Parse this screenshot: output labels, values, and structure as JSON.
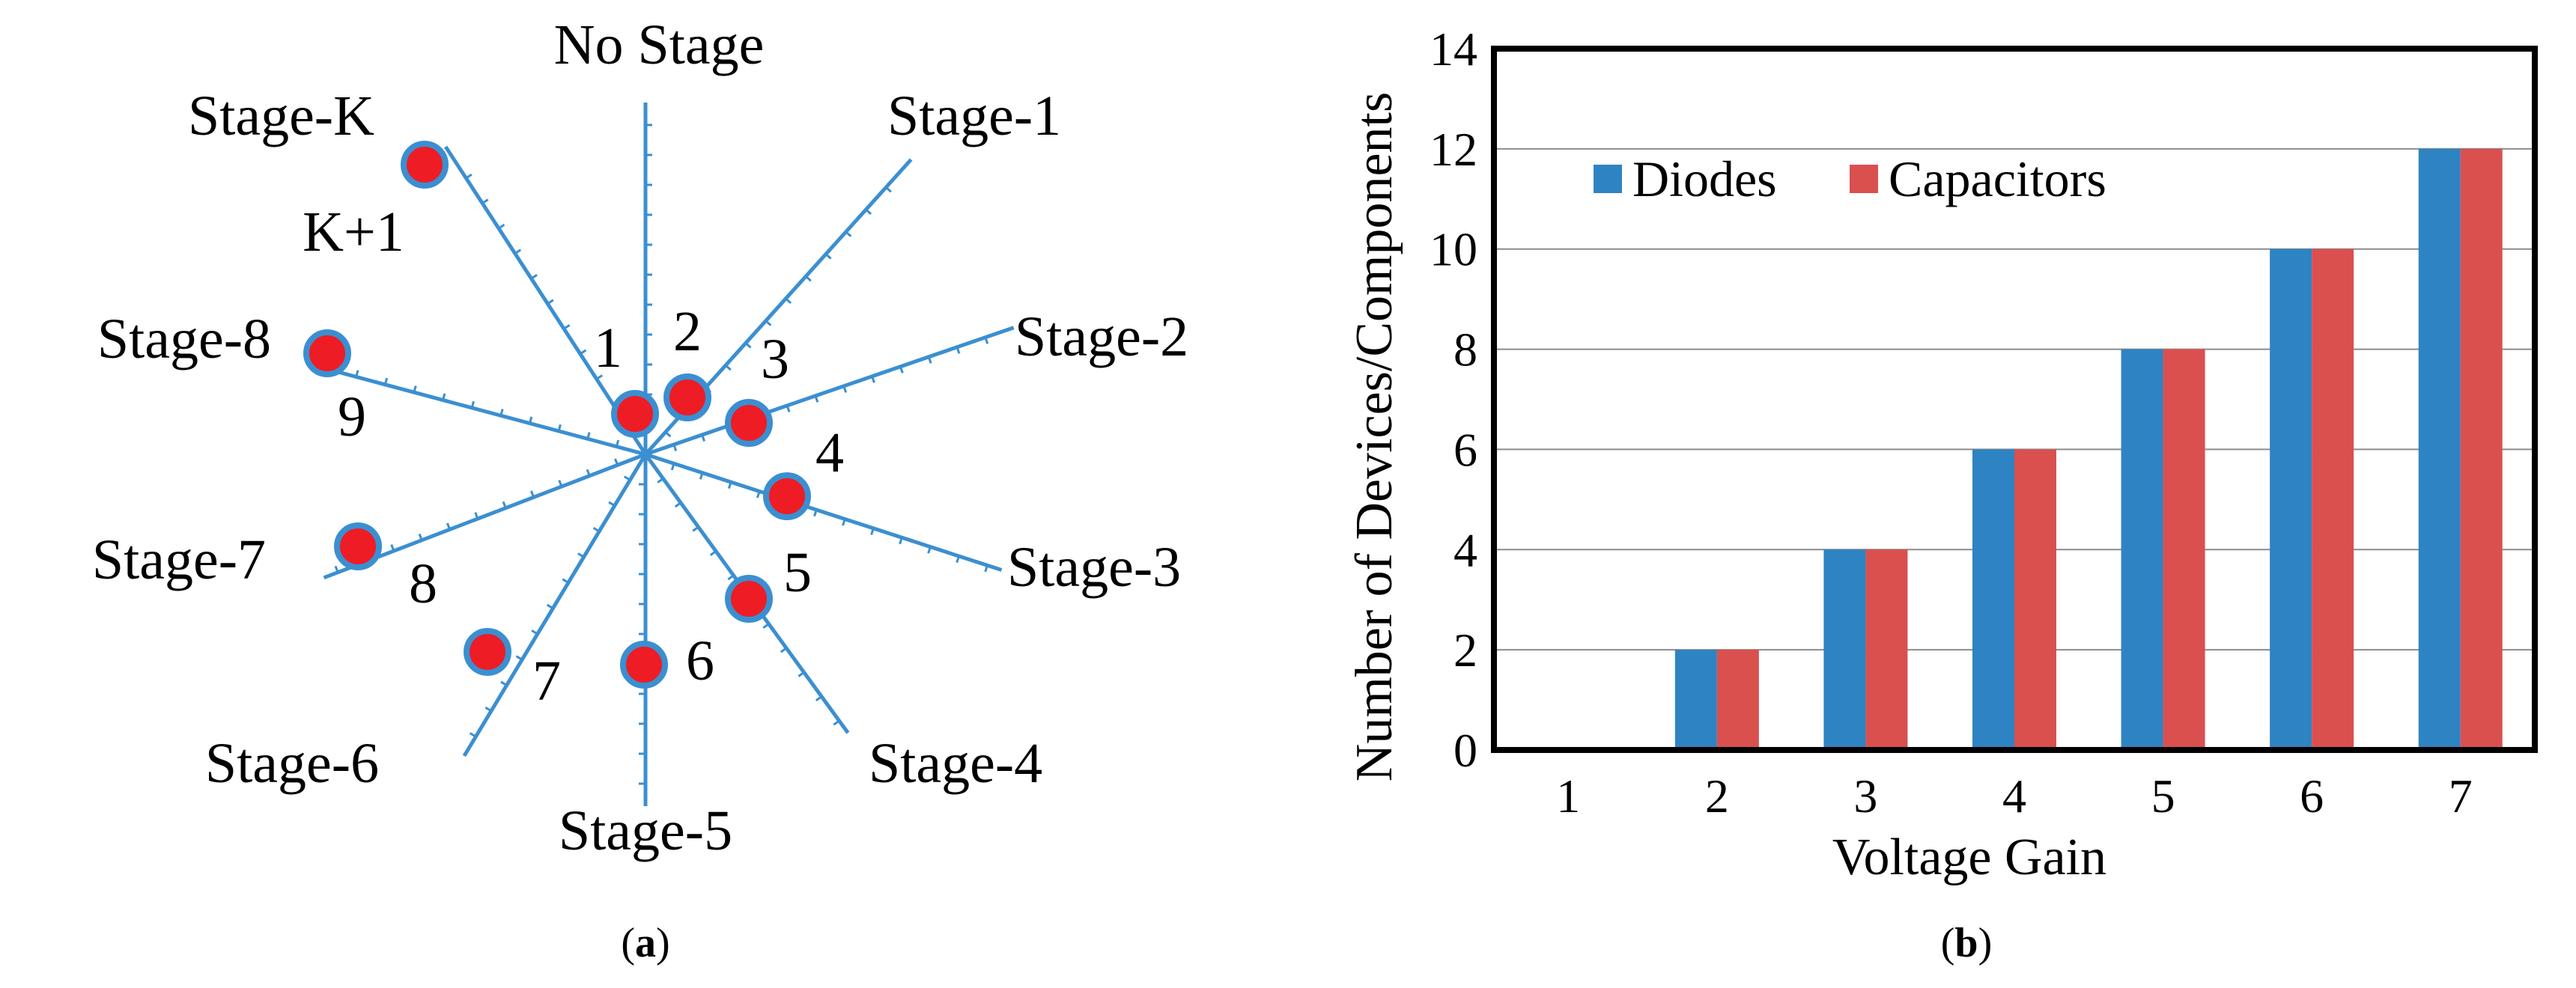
{
  "panel_a": {
    "caption_letter": "a",
    "axes": [
      {
        "label": "No Stage",
        "angle": 90
      },
      {
        "label": "Stage-1",
        "angle": 48
      },
      {
        "label": "Stage-2",
        "angle": 19
      },
      {
        "label": "Stage-3",
        "angle": -18
      },
      {
        "label": "Stage-4",
        "angle": -54
      },
      {
        "label": "Stage-5",
        "angle": -90
      },
      {
        "label": "Stage-6",
        "angle": -121
      },
      {
        "label": "Stage-7",
        "angle": -159
      },
      {
        "label": "Stage-8",
        "angle": 165
      },
      {
        "label": "Stage-K",
        "angle": 123
      }
    ],
    "points": [
      "1",
      "2",
      "3",
      "4",
      "5",
      "6",
      "7",
      "8",
      "9",
      "K+1"
    ],
    "colors": {
      "axis": "#3b8fd1",
      "point_fill": "#ee1c24",
      "point_ring": "#3b8fd1"
    }
  },
  "panel_b": {
    "caption_letter": "b"
  },
  "chart_data": {
    "type": "bar",
    "categories": [
      "1",
      "2",
      "3",
      "4",
      "5",
      "6",
      "7"
    ],
    "series": [
      {
        "name": "Diodes",
        "values": [
          0,
          2,
          4,
          6,
          8,
          10,
          12
        ],
        "color": "#2e83c3"
      },
      {
        "name": "Capacitors",
        "values": [
          0,
          2,
          4,
          6,
          8,
          10,
          12
        ],
        "color": "#d9504f"
      }
    ],
    "title": "",
    "xlabel": "Voltage Gain",
    "ylabel": "Number of Devices/Components",
    "ylim": [
      0,
      14
    ],
    "yticks": [
      "0",
      "2",
      "4",
      "6",
      "8",
      "10",
      "12",
      "14"
    ],
    "grid": true,
    "legend_position": "top-left"
  }
}
